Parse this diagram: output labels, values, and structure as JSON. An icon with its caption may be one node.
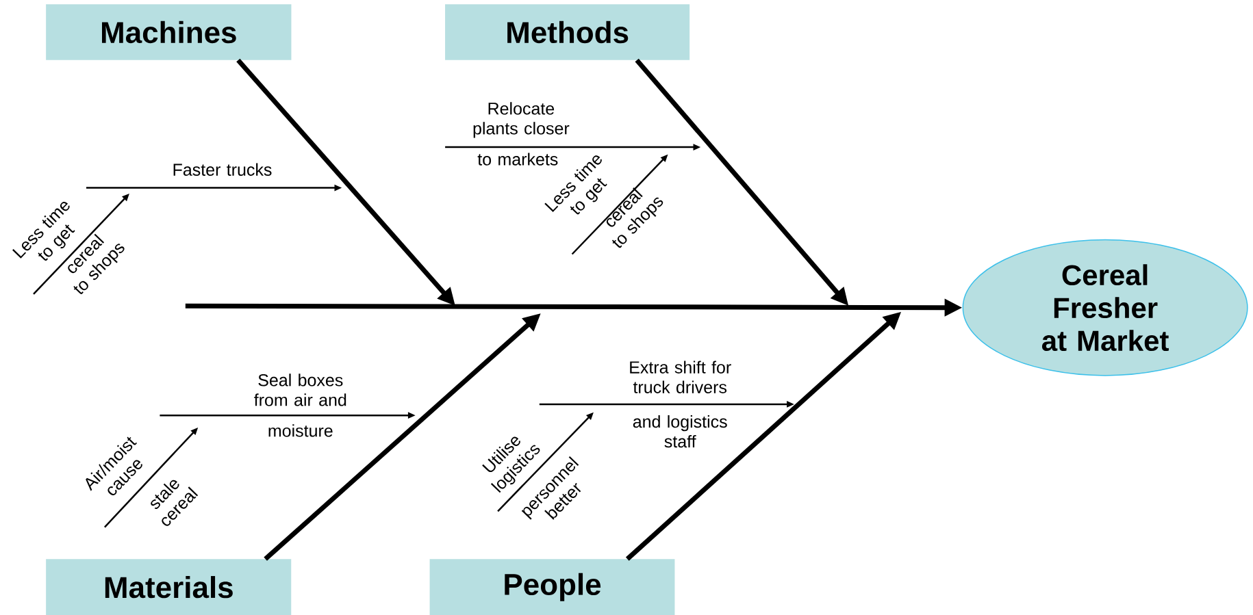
{
  "diagram": {
    "nodes": [
      {
        "text": [
          "Machines"
        ]
      },
      {
        "text": [
          "Methods"
        ]
      },
      {
        "text": [
          "Materials"
        ]
      },
      {
        "text": [
          "People"
        ]
      },
      {
        "text": [
          "Cereal Fresher at Market"
        ]
      }
    ],
    "edges": [
      {
        "from": null,
        "to": 4,
        "arrow": "to"
      },
      {
        "from": 0,
        "to": null,
        "arrow": "to"
      },
      {
        "from": 1,
        "to": null,
        "arrow": "to"
      },
      {
        "from": 2,
        "to": null,
        "arrow": "to"
      },
      {
        "from": 3,
        "to": null,
        "arrow": "to"
      }
    ],
    "labels": [
      "Faster trucks",
      "Less time to get",
      "cereal to shops",
      "Relocate plants closer",
      "to markets",
      "Less time to get",
      "cereal to shops",
      "Seal boxes from air and",
      "moisture",
      "Air/moist cause",
      "stale cereal",
      "Extra shift for truck drivers",
      "and logistics staff",
      "Utilise logistics",
      "personnel better"
    ]
  }
}
